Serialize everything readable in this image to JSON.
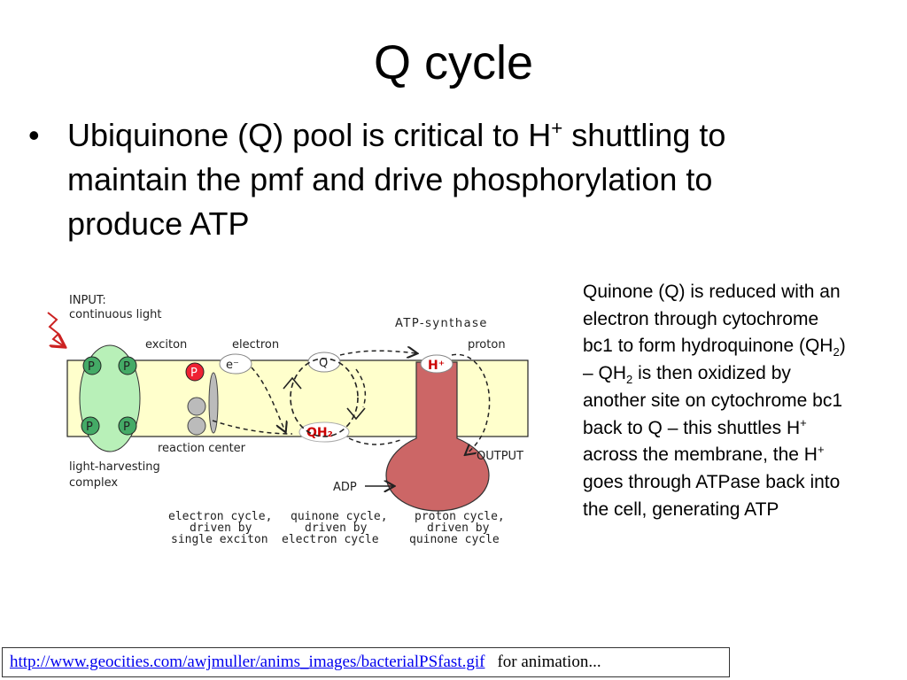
{
  "title": "Q cycle",
  "bullet": {
    "part1": "Ubiquinone (Q) pool is critical to H",
    "sup1": "+",
    "part2": " shuttling to maintain the pmf and drive phosphorylation to produce ATP"
  },
  "side_note": {
    "s1": "Quinone (Q) is reduced with an electron through cytochrome bc1 to form hydroquinone (QH",
    "sub1": "2",
    "s2": ") – QH",
    "sub2": "2",
    "s3": " is then oxidized  by another site on cytochrome bc1 back to Q – this shuttles H",
    "sup1": "+",
    "s4": " across the membrane, the H",
    "sup2": "+",
    "s5": " goes through ATPase back into the cell, generating ATP"
  },
  "diagram": {
    "input_label": "INPUT:",
    "input_sub": "continuous light",
    "atp_synthase": "ATP-synthase",
    "exciton": "exciton",
    "electron": "electron",
    "proton": "proton",
    "e_minus": "e⁻",
    "q": "Q",
    "h_plus": "H⁺",
    "p": "P",
    "qh2": "QH₂",
    "reaction_center": "reaction center",
    "output": "OUTPUT",
    "light_harvesting_1": "light-harvesting",
    "light_harvesting_2": "complex",
    "adp": "ADP",
    "caption_electron": [
      "electron cycle,",
      "driven by",
      "single exciton"
    ],
    "caption_quinone": [
      "quinone cycle,",
      "driven by",
      "electron cycle"
    ],
    "caption_proton": [
      "proton cycle,",
      "driven by",
      "quinone cycle"
    ],
    "colors": {
      "membrane": "#ffffcc",
      "antenna": "#b8f0b8",
      "pigment": "#44aa66",
      "reaction_p": "#ee2233",
      "synthase": "#cc6666",
      "qh2_text": "#cc0000",
      "light_arrow": "#cc2222"
    }
  },
  "link": {
    "url": "http://www.geocities.com/awjmuller/anims_images/bacterialPSfast.gif",
    "suffix": "for animation..."
  }
}
